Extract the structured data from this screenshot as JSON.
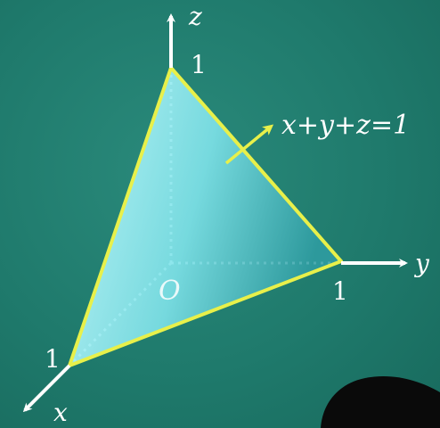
{
  "axes": {
    "x_label": "x",
    "y_label": "y",
    "z_label": "z",
    "origin_label": "O"
  },
  "intercepts": {
    "x": "1",
    "y": "1",
    "z": "1"
  },
  "plane_equation": "x+y+z=1",
  "colors": {
    "background": "#1f7a6c",
    "axis": "#ffffff",
    "plane_edge": "#e8f04a",
    "plane_fill_light": "#c8fbff",
    "plane_fill_dark": "#2fb3b8"
  }
}
